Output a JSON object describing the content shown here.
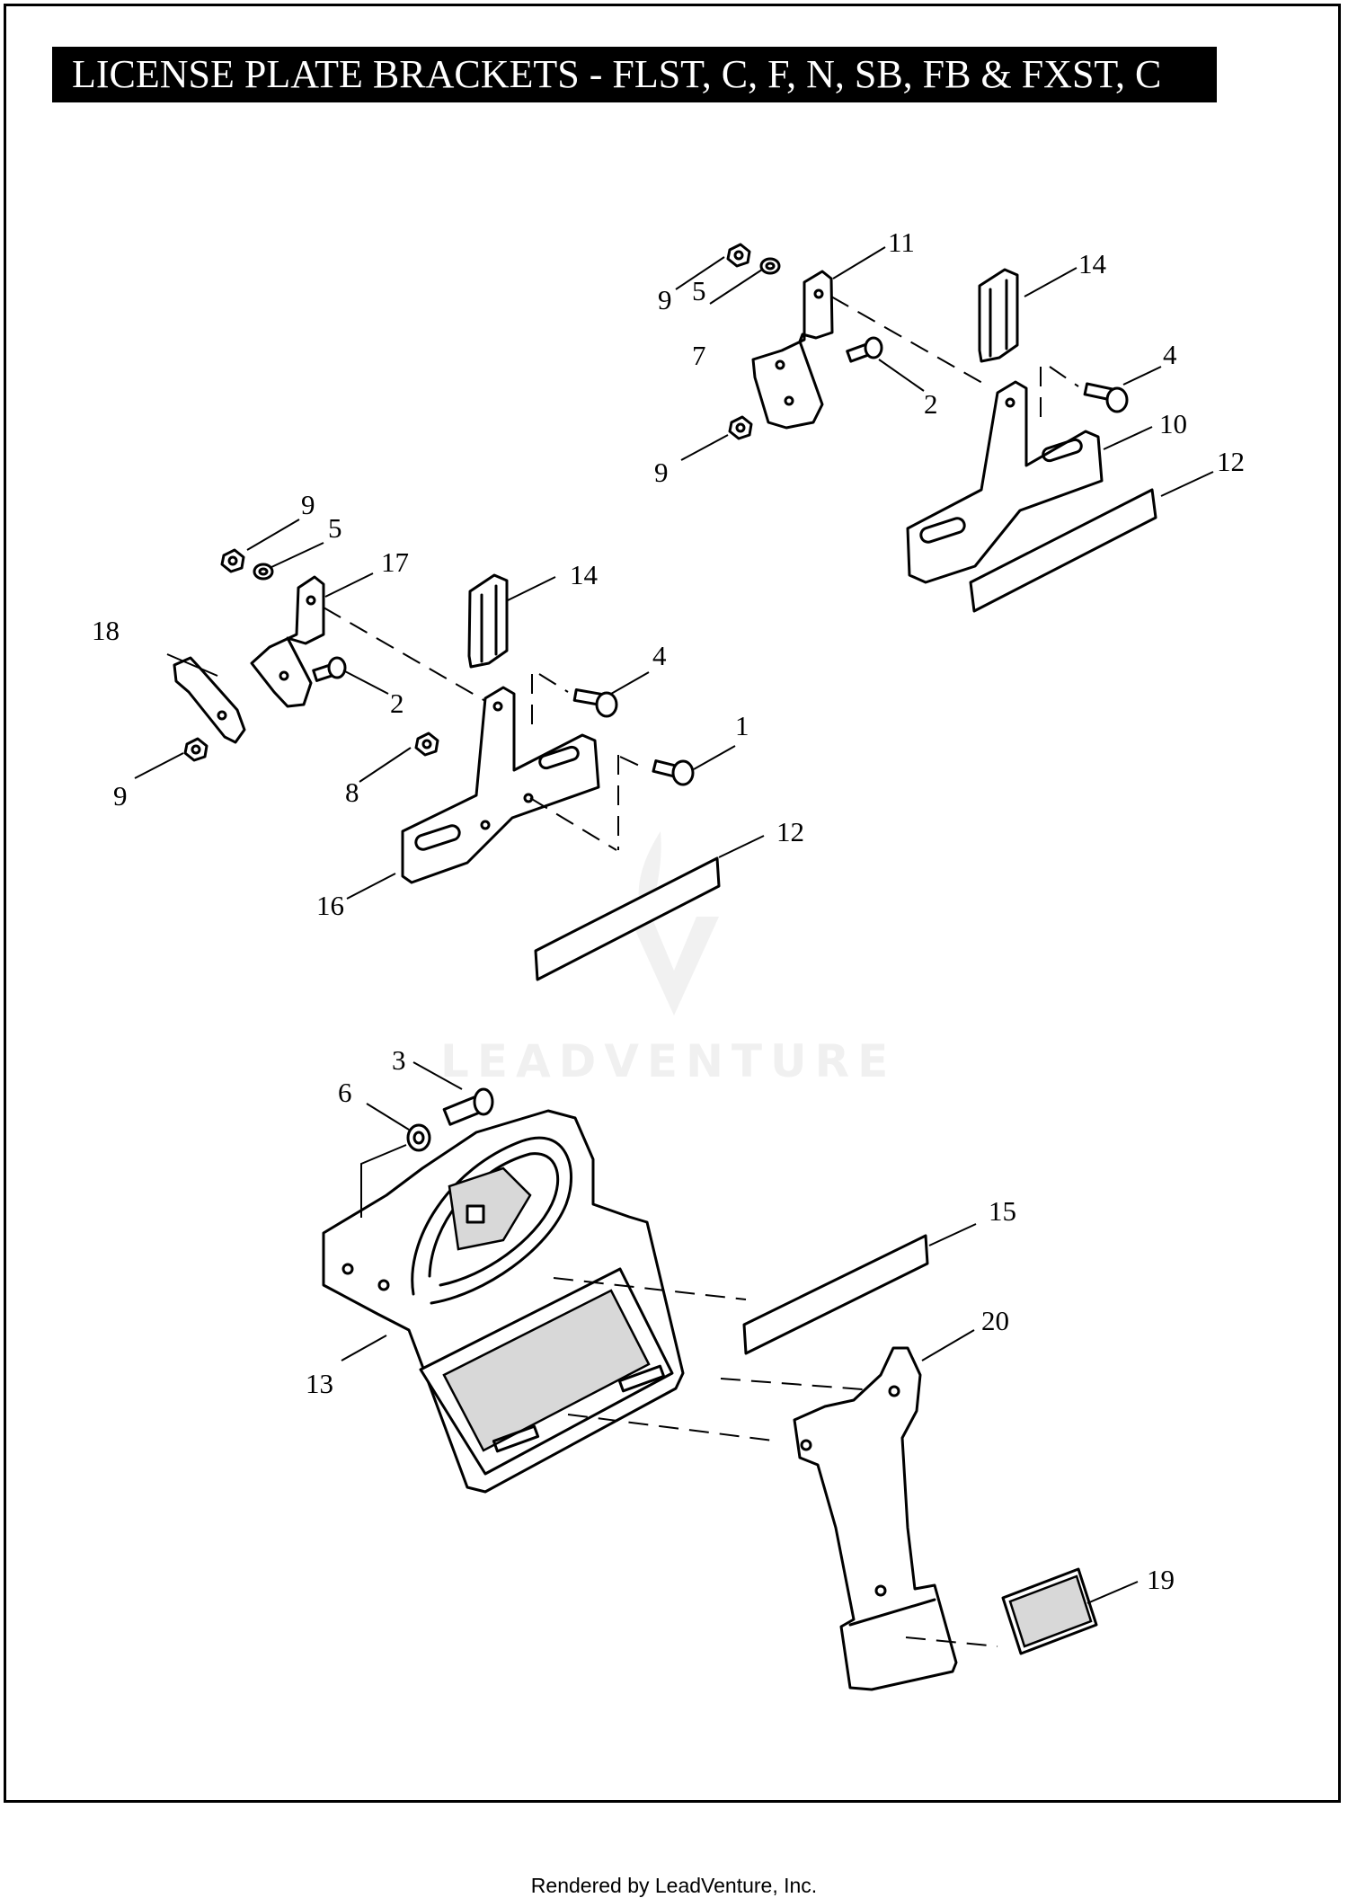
{
  "title": "LICENSE PLATE BRACKETS - FLST, C, F, N, SB, FB & FXST, C",
  "footer": "Rendered by LeadVenture, Inc.",
  "watermark": "LEADVENTURE",
  "callouts": {
    "c1": "1",
    "c2a": "2",
    "c2b": "2",
    "c3": "3",
    "c4a": "4",
    "c4b": "4",
    "c5a": "5",
    "c5b": "5",
    "c6": "6",
    "c7": "7",
    "c8": "8",
    "c9a": "9",
    "c9b": "9",
    "c9c": "9",
    "c9d": "9",
    "c10": "10",
    "c11": "11",
    "c12a": "12",
    "c12b": "12",
    "c13": "13",
    "c14a": "14",
    "c14b": "14",
    "c15": "15",
    "c16": "16",
    "c17": "17",
    "c18": "18",
    "c19": "19",
    "c20": "20"
  }
}
